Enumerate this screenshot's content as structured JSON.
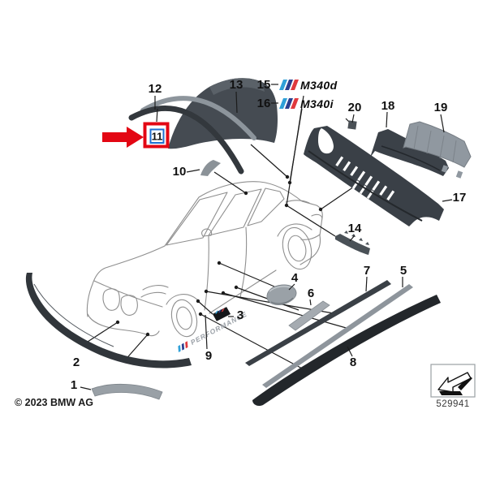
{
  "callouts": {
    "n1": "1",
    "n2": "2",
    "n3": "3",
    "n4": "4",
    "n5": "5",
    "n6": "6",
    "n7": "7",
    "n8": "8",
    "n9": "9",
    "n10": "10",
    "n11": "11",
    "n12": "12",
    "n13": "13",
    "n14": "14",
    "n15": "15",
    "n16": "16",
    "n17": "17",
    "n18": "18",
    "n19": "19",
    "n20": "20"
  },
  "highlight": {
    "selected_callout": "11"
  },
  "badges": {
    "m340d": "M340d",
    "m340i": "M340i"
  },
  "decal": {
    "text": "PERFORMANCE"
  },
  "footer": {
    "copyright": "© 2023 BMW AG",
    "drawing_number": "529941"
  },
  "colors": {
    "highlight_red": "#e30613",
    "highlight_blue": "#1f6fd0",
    "part_dark": "#3a4046",
    "part_gray": "#9199a0",
    "m_light_blue": "#2fa0d8",
    "m_dark_blue": "#2b3f8f",
    "m_red": "#e0393e"
  }
}
